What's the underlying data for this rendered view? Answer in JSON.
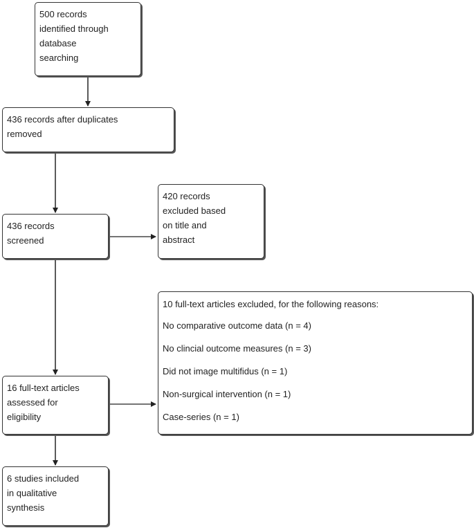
{
  "boxes": {
    "identified": {
      "lines": [
        "500 records",
        "identified through",
        "database",
        "searching"
      ]
    },
    "after_duplicates": {
      "lines": [
        "436 records after duplicates",
        "removed"
      ]
    },
    "screened": {
      "lines": [
        "436 records",
        "screened"
      ]
    },
    "excluded_title": {
      "lines": [
        "420 records",
        "excluded based",
        "on title and",
        "abstract"
      ]
    },
    "full_text": {
      "lines": [
        "16 full-text articles",
        "assessed for",
        "eligibility"
      ]
    },
    "excluded_full_text": {
      "heading": "10 full-text articles excluded, for the following reasons:",
      "reasons": [
        "No comparative outcome data (n = 4)",
        "No clincial outcome measures (n = 3)",
        "Did not image multifidus (n = 1)",
        "Non-surgical intervention (n = 1)",
        "Case-series (n = 1)"
      ]
    },
    "included": {
      "lines": [
        "6 studies included",
        "in qualitative",
        "synthesis"
      ]
    }
  }
}
